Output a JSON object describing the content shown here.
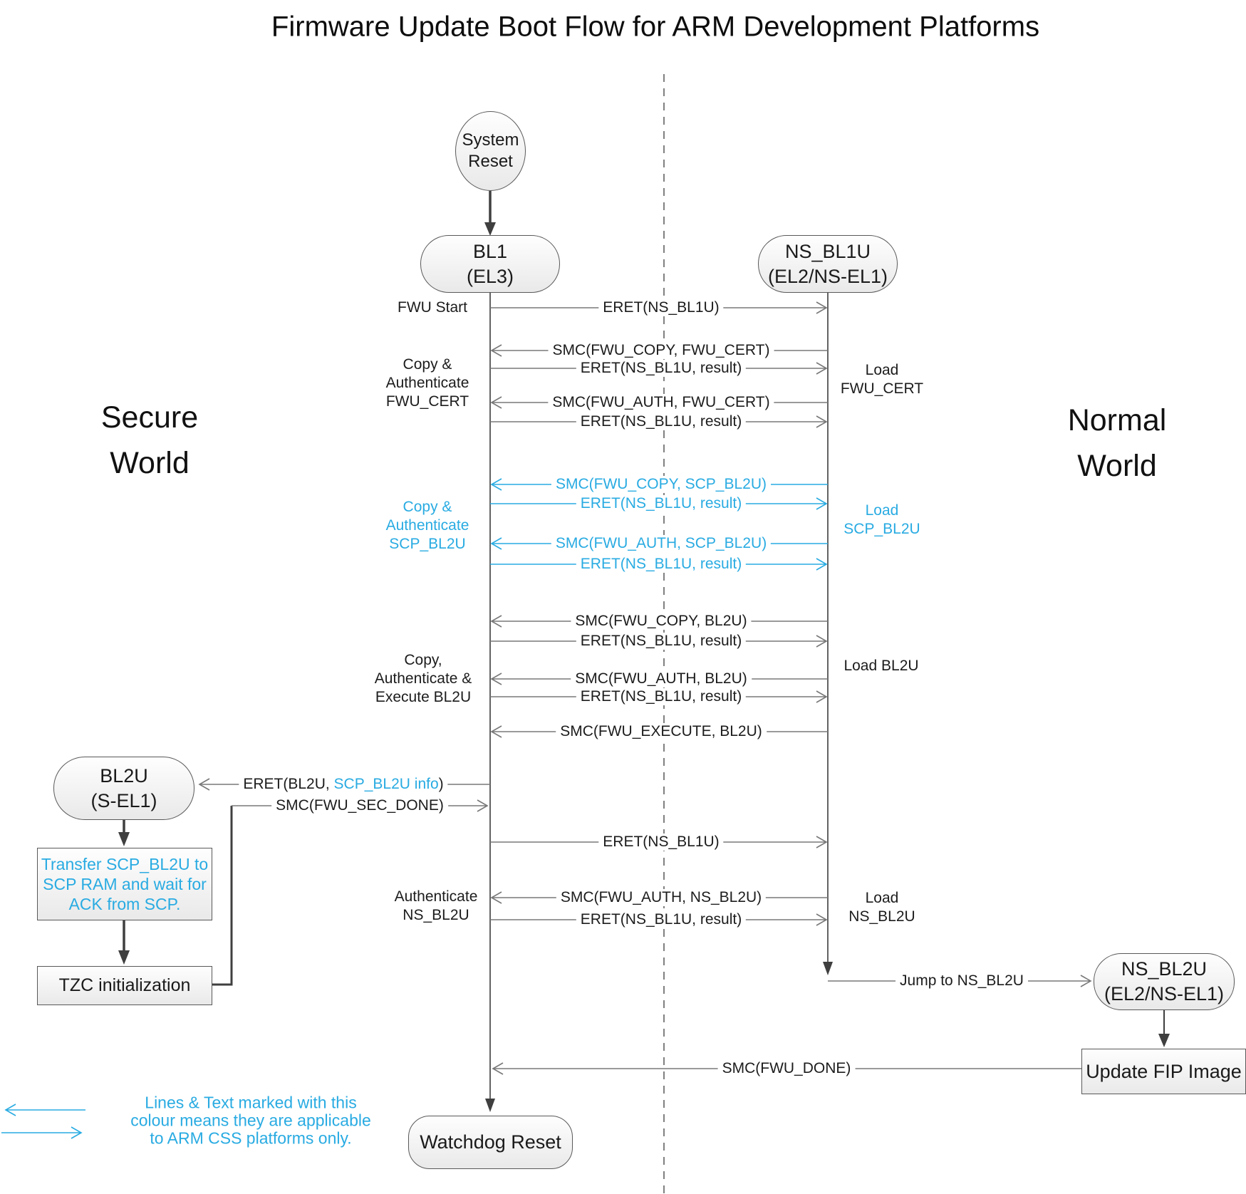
{
  "title": "Firmware Update Boot Flow for ARM Development Platforms",
  "colors": {
    "accent_blue": "#29abe2",
    "line_gray": "#787878",
    "flow_dark": "#3f3f3f"
  },
  "worlds": {
    "secure": [
      "Secure",
      "World"
    ],
    "normal": [
      "Normal",
      "World"
    ]
  },
  "nodes": {
    "system_reset": [
      "System",
      "Reset"
    ],
    "bl1": [
      "BL1",
      "(EL3)"
    ],
    "ns_bl1u": [
      "NS_BL1U",
      "(EL2/NS-EL1)"
    ],
    "bl2u": [
      "BL2U",
      "(S-EL1)"
    ],
    "transfer_scp": [
      "Transfer SCP_BL2U to",
      "SCP RAM and wait for",
      "ACK from SCP."
    ],
    "tzc": "TZC initialization",
    "ns_bl2u": [
      "NS_BL2U",
      "(EL2/NS-EL1)"
    ],
    "update_fip": "Update FIP Image",
    "watchdog": "Watchdog Reset"
  },
  "side_labels": {
    "fwu_start": "FWU Start",
    "copy_auth_fwu_cert": [
      "Copy &",
      "Authenticate",
      "FWU_CERT"
    ],
    "copy_auth_scp_bl2u": [
      "Copy &",
      "Authenticate",
      "SCP_BL2U"
    ],
    "copy_auth_exec_bl2u": [
      "Copy,",
      "Authenticate &",
      "Execute BL2U"
    ],
    "auth_ns_bl2u": [
      "Authenticate",
      "NS_BL2U"
    ],
    "load_fwu_cert": [
      "Load",
      "FWU_CERT"
    ],
    "load_scp_bl2u": [
      "Load",
      "SCP_BL2U"
    ],
    "load_bl2u": "Load BL2U",
    "load_ns_bl2u": [
      "Load",
      "NS_BL2U"
    ]
  },
  "messages": [
    {
      "label": "ERET(NS_BL1U)"
    },
    {
      "label": "SMC(FWU_COPY, FWU_CERT)"
    },
    {
      "label": "ERET(NS_BL1U, result)"
    },
    {
      "label": "SMC(FWU_AUTH, FWU_CERT)"
    },
    {
      "label": "ERET(NS_BL1U, result)"
    },
    {
      "label": "SMC(FWU_COPY, SCP_BL2U)"
    },
    {
      "label": "ERET(NS_BL1U, result)"
    },
    {
      "label": "SMC(FWU_AUTH, SCP_BL2U)"
    },
    {
      "label": "ERET(NS_BL1U, result)"
    },
    {
      "label": "SMC(FWU_COPY, BL2U)"
    },
    {
      "label": "ERET(NS_BL1U, result)"
    },
    {
      "label": "SMC(FWU_AUTH, BL2U)"
    },
    {
      "label": "ERET(NS_BL1U, result)"
    },
    {
      "label": "SMC(FWU_EXECUTE, BL2U)"
    },
    {
      "prefix": "ERET(BL2U, ",
      "highlight": "SCP_BL2U info",
      "suffix": ")"
    },
    {
      "label": "SMC(FWU_SEC_DONE)"
    },
    {
      "label": "ERET(NS_BL1U)"
    },
    {
      "label": "SMC(FWU_AUTH, NS_BL2U)"
    },
    {
      "label": "ERET(NS_BL1U, result)"
    },
    {
      "label": "Jump to NS_BL2U"
    },
    {
      "label": "SMC(FWU_DONE)"
    }
  ],
  "legend": {
    "lines": [
      "Lines & Text marked with this",
      "colour means they are applicable",
      "to ARM CSS platforms only."
    ]
  }
}
